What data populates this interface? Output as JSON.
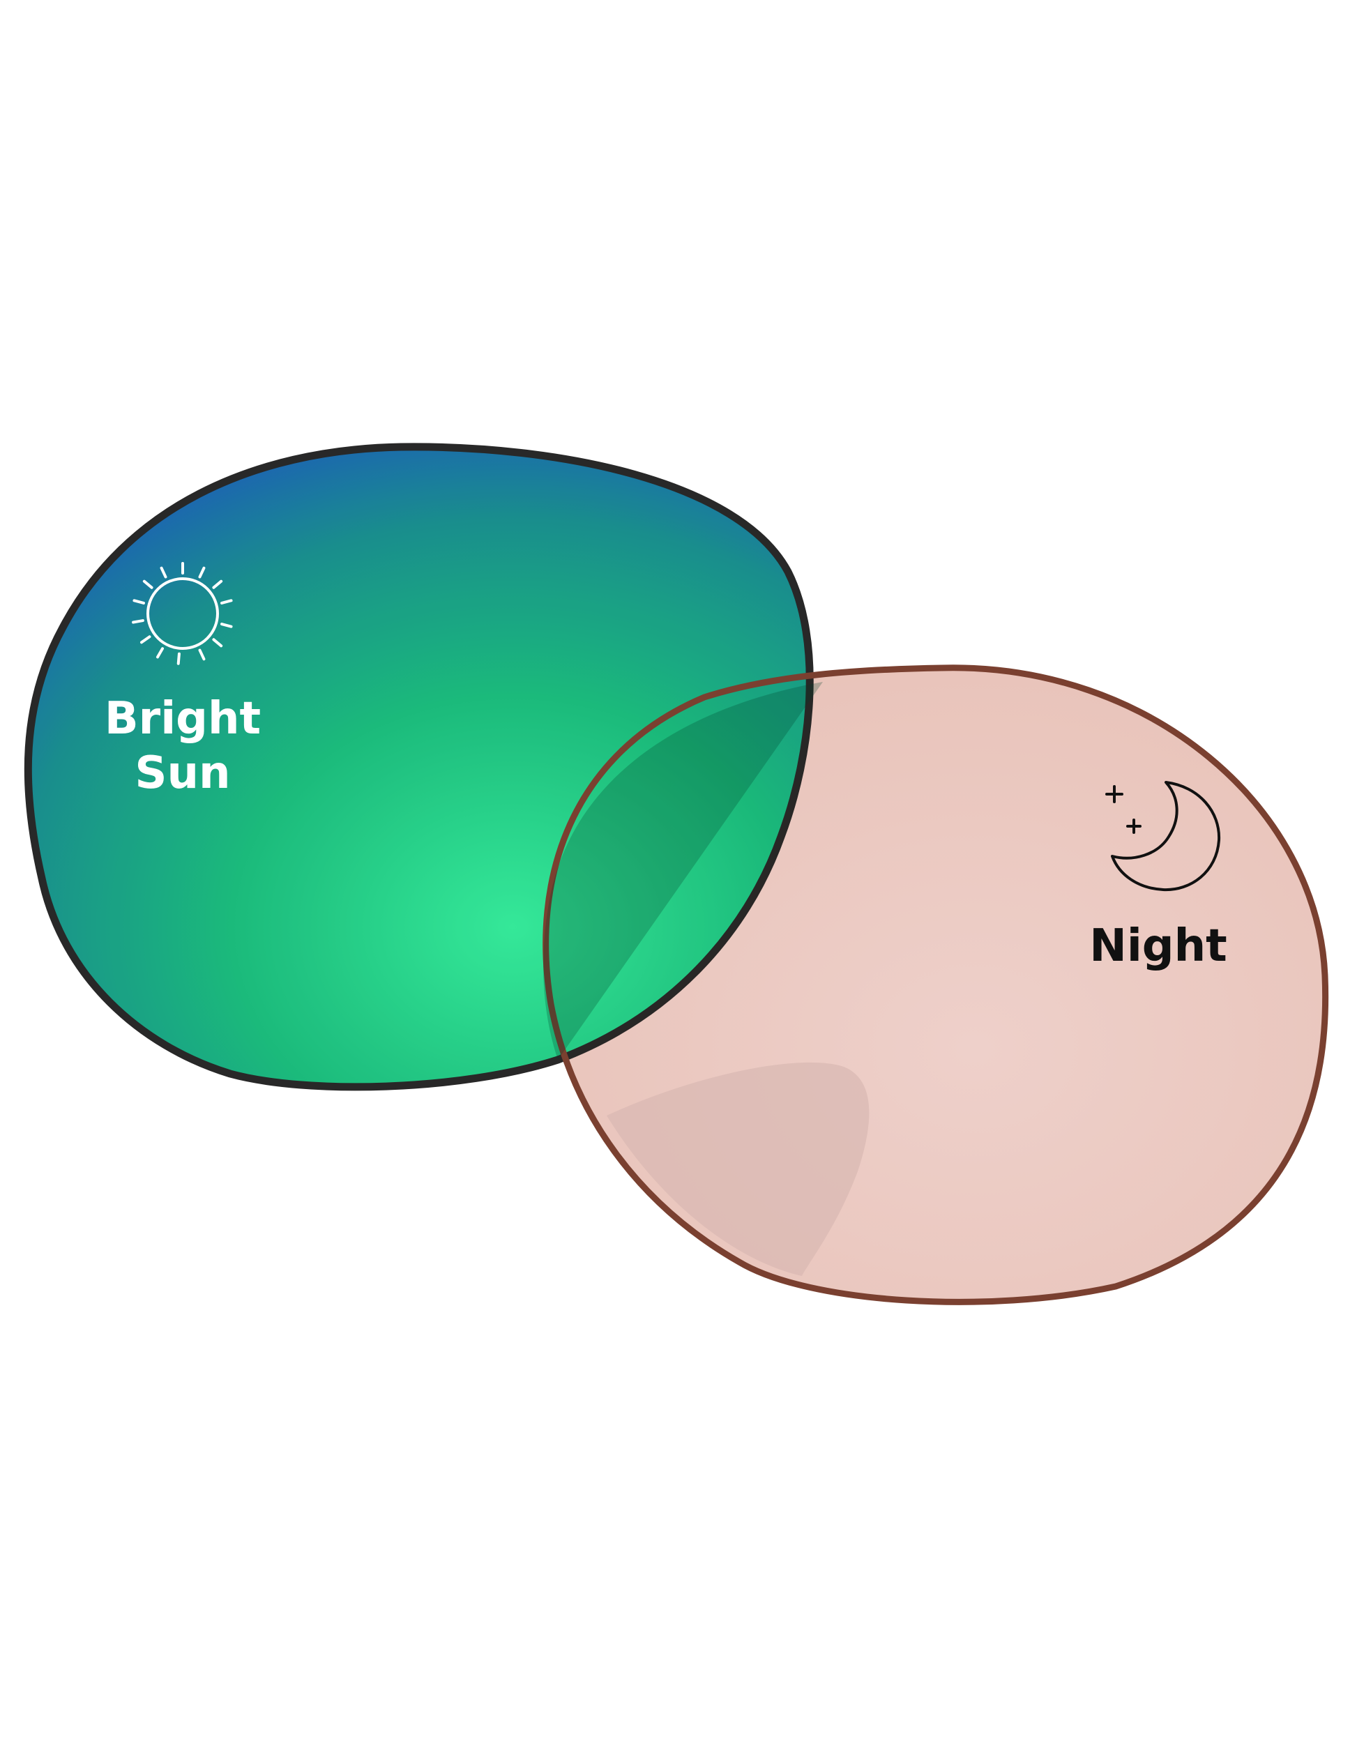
{
  "lenses": {
    "bright_sun": {
      "label_line1": "Bright",
      "label_line2": "Sun",
      "icon": "sun-icon",
      "colors": {
        "center": "#2fe896",
        "mid": "#14b877",
        "edge": "#1560b0",
        "rim": "#222222",
        "text": "#ffffff"
      }
    },
    "night": {
      "label": "Night",
      "icon": "moon-stars-icon",
      "colors": {
        "fill": "#ecc8c0",
        "rim": "#7a4030",
        "text": "#111111"
      }
    }
  }
}
